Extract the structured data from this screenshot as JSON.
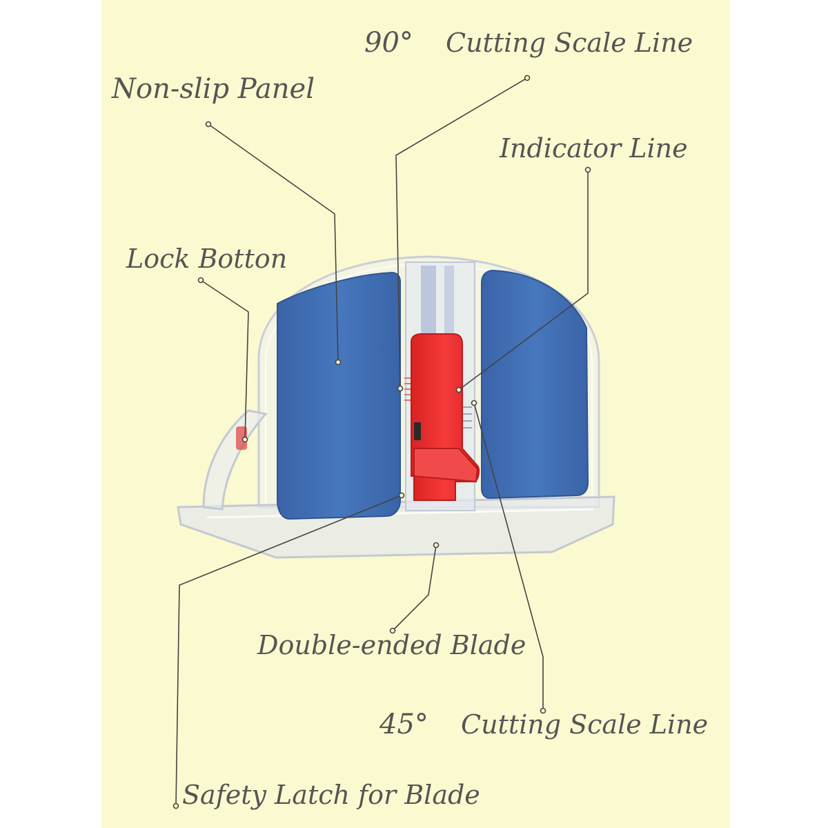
{
  "labels": {
    "ninety_deg": "90°",
    "cutting_scale_top": "Cutting Scale Line",
    "non_slip_panel": "Non-slip Panel",
    "indicator_line": "Indicator Line",
    "lock_button": "Lock Botton",
    "double_ended_blade": "Double-ended Blade",
    "forty_five_deg": "45°",
    "cutting_scale_bottom": "Cutting Scale Line",
    "safety_latch": "Safety Latch for Blade"
  },
  "colors": {
    "background_panel": "#fbf9cf",
    "page_margin": "#ffffff",
    "pad_blue": "#3f6fb5",
    "slider_red": "#ee3333",
    "clear_plastic": "#e6e9ee",
    "leader_line": "#444444",
    "label_text": "#555555"
  }
}
